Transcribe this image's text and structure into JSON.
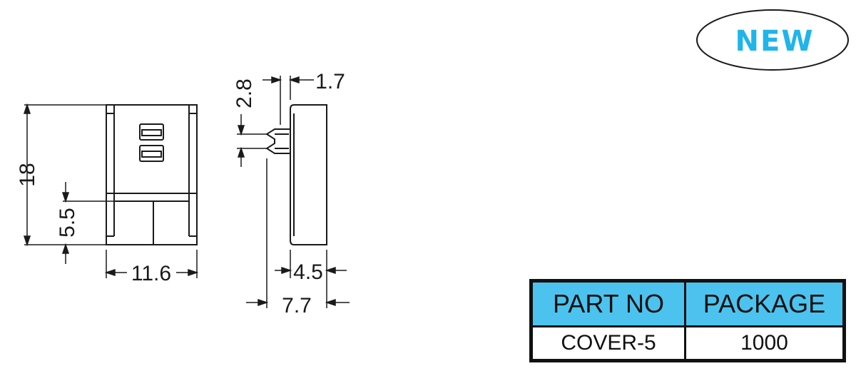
{
  "badge": {
    "text": "NEW",
    "color": "#1fb5ea"
  },
  "dimensions": {
    "height_total": "18",
    "height_lower": "5.5",
    "width_front": "11.6",
    "pin_height": "2.8",
    "pin_width": "1.7",
    "body_depth": "4.5",
    "total_depth": "7.7"
  },
  "table": {
    "header_color": "#4cc3ef",
    "headers": [
      "PART NO",
      "PACKAGE"
    ],
    "rows": [
      [
        "COVER-5",
        "1000"
      ]
    ]
  }
}
